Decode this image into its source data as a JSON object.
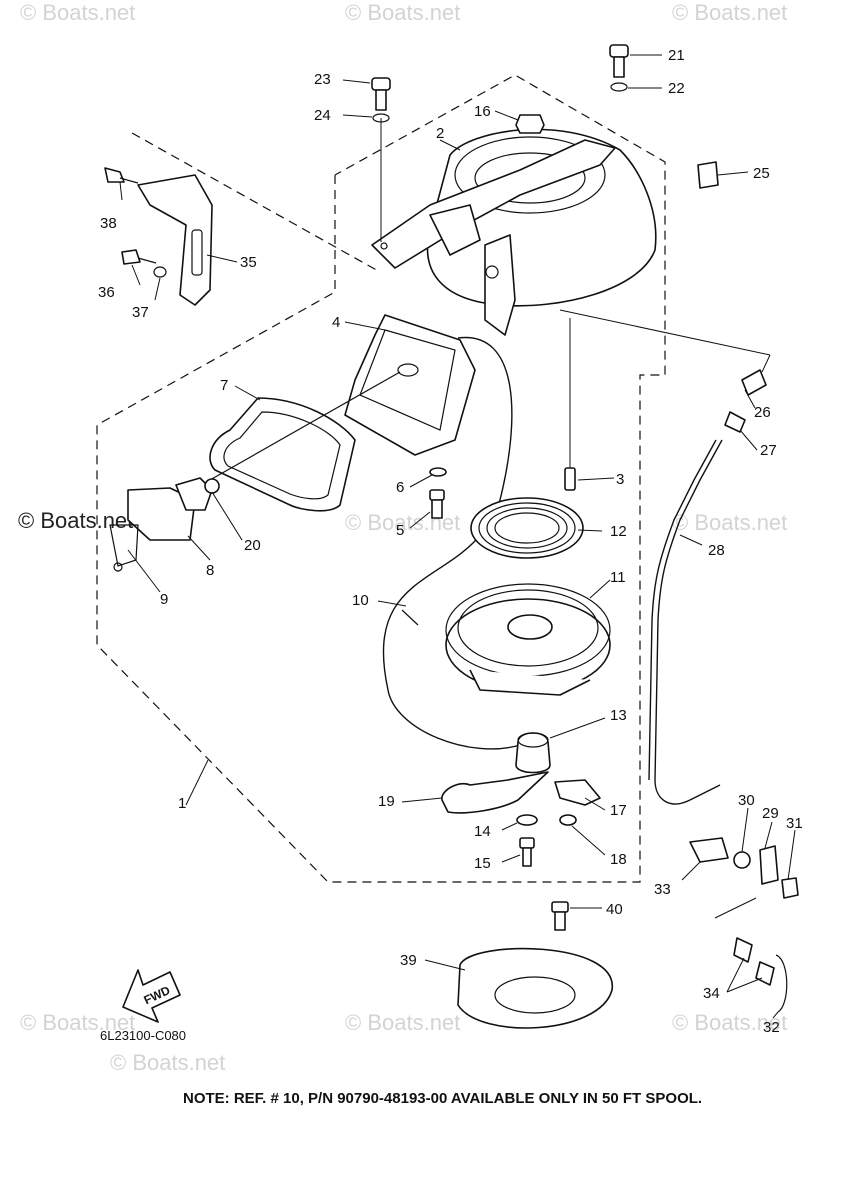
{
  "watermarks": [
    "© Boats.net",
    "© Boats.net",
    "© Boats.net",
    "© Boats.net",
    "© Boats.net",
    "© Boats.net",
    "© Boats.net",
    "© Boats.net",
    "© Boats.net",
    "© Boats.net"
  ],
  "part_labels": {
    "p1": "1",
    "p2": "2",
    "p3": "3",
    "p4": "4",
    "p5": "5",
    "p6": "6",
    "p7": "7",
    "p8": "8",
    "p9": "9",
    "p10": "10",
    "p11": "11",
    "p12": "12",
    "p13": "13",
    "p14": "14",
    "p15": "15",
    "p16": "16",
    "p17": "17",
    "p18": "18",
    "p19": "19",
    "p20": "20",
    "p21": "21",
    "p22": "22",
    "p23": "23",
    "p24": "24",
    "p25": "25",
    "p26": "26",
    "p27": "27",
    "p28": "28",
    "p29": "29",
    "p30": "30",
    "p31": "31",
    "p32": "32",
    "p33": "33",
    "p34": "34",
    "p35": "35",
    "p36": "36",
    "p37": "37",
    "p38": "38",
    "p39": "39",
    "p40": "40"
  },
  "fwd_label": "FWD",
  "diagram_code": "6L23100-C080",
  "note": "NOTE: REF. # 10, P/N 90790-48193-00 AVAILABLE ONLY IN 50 FT SPOOL."
}
